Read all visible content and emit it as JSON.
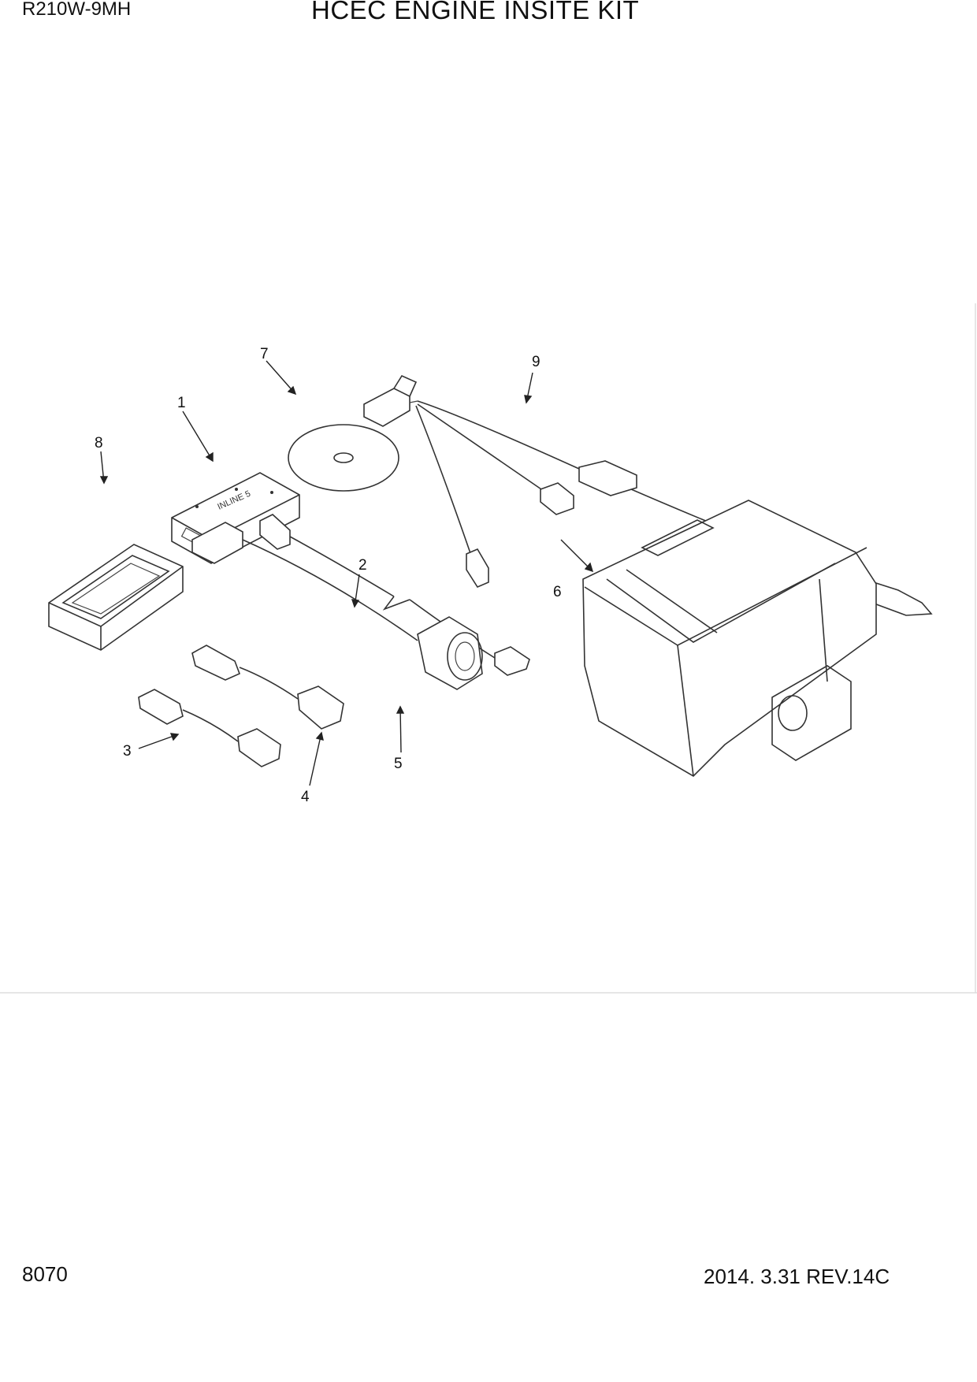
{
  "header": {
    "model": "R210W-9MH",
    "title": "HCEC ENGINE INSITE KIT"
  },
  "footer": {
    "page_number": "8070",
    "revision": "2014. 3.31 REV.14C"
  },
  "diagram": {
    "callouts": [
      "1",
      "2",
      "3",
      "4",
      "5",
      "6",
      "7",
      "8",
      "9"
    ]
  }
}
